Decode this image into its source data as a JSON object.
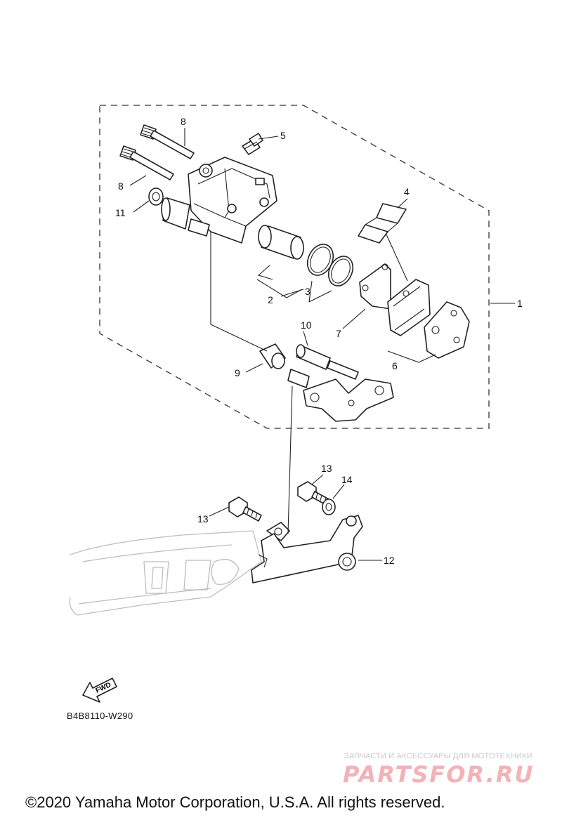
{
  "diagram": {
    "callouts": {
      "n1": "1",
      "n2": "2",
      "n3": "3",
      "n4": "4",
      "n5": "5",
      "n6": "6",
      "n7": "7",
      "n8a": "8",
      "n8b": "8",
      "n9": "9",
      "n10": "10",
      "n11": "11",
      "n12": "12",
      "n13a": "13",
      "n13b": "13",
      "n14": "14"
    },
    "fwd_label": "FWD",
    "diagram_code": "B4B8110-W290"
  },
  "watermark": {
    "tagline": "ЗАПЧАСТИ И АКСЕССУАРЫ ДЛЯ МОТОТЕХНИКИ",
    "logo": "PARTSFOR.RU"
  },
  "footer": {
    "copyright": "©2020 Yamaha Motor Corporation, U.S.A. All rights reserved."
  },
  "colors": {
    "watermark_logo": "#f2b2b8",
    "line": "#222222"
  }
}
